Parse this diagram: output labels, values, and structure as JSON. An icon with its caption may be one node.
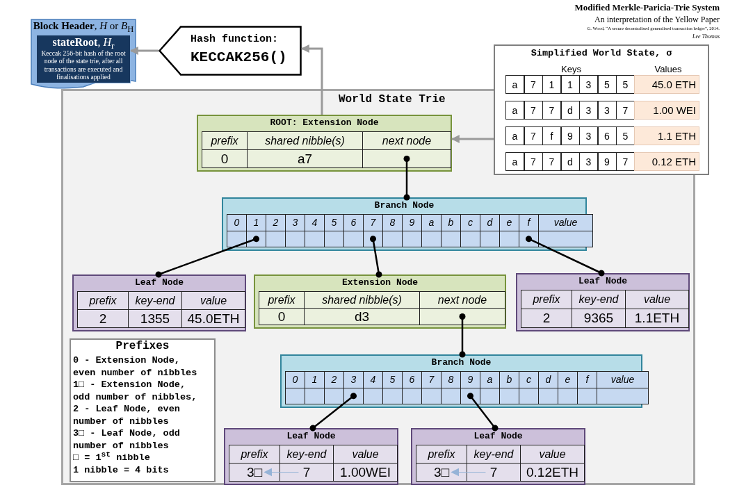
{
  "diagram": {
    "title": "Modified Merkle-Paricia-Trie System",
    "nodes": [
      {
        "text": [
          "**Block Header**, *H* or *B*$_{H}$"
        ]
      },
      {
        "text": [
          "**stateRoot**, *H*$_{r}$",
          "Keccak 256-bit hash of the root node of the state trie, after all transactions are executed and finalisations applied"
        ],
        "in": 0
      },
      {
        "text": [
          "Hash function:",
          "KECCAK256()"
        ]
      },
      {
        "text": [
          "Simplified World State, σ",
          "Keys",
          "Values",
          "a",
          "7",
          "1",
          "1",
          "3",
          "5",
          "5",
          "45.0 ETH",
          "a",
          "7",
          "7",
          "d",
          "3",
          "3",
          "7",
          "1.00 WEI",
          "a",
          "7",
          "f",
          "9",
          "3",
          "6",
          "5",
          "1.1 ETH",
          "a",
          "7",
          "7",
          "d",
          "3",
          "9",
          "7",
          "0.12 ETH"
        ]
      },
      {
        "text": [
          "World State Trie"
        ]
      },
      {
        "text": [
          "ROOT: Extension Node",
          "prefix",
          "shared nibble(s)",
          "next node",
          "0",
          "a7"
        ],
        "in": 4
      },
      {
        "text": [
          "Branch Node",
          "0",
          "1",
          "2",
          "3",
          "4",
          "5",
          "6",
          "7",
          "8",
          "9",
          "a",
          "b",
          "c",
          "d",
          "e",
          "f",
          "value"
        ],
        "in": 4
      },
      {
        "text": [
          "Leaf Node",
          "prefix",
          "key-end",
          "value",
          "2",
          "1355",
          "45.0ETH"
        ],
        "in": 4
      },
      {
        "text": [
          "Extension Node",
          "prefix",
          "shared nibble(s)",
          "next node",
          "0",
          "d3"
        ],
        "in": 4
      },
      {
        "text": [
          "Leaf Node",
          "prefix",
          "key-end",
          "value",
          "2",
          "9365",
          "1.1ETH"
        ],
        "in": 4
      },
      {
        "text": [
          "Prefixes",
          "0 - Extension Node, even number of nibbles",
          "1□ - Extension Node, odd number of nibbles,",
          "2 - Leaf Node, even number of nibbles",
          "3□ - Leaf Node, odd number of nibbles",
          "□ = 1$^{st}$ nibble",
          "1 nibble = 4 bits"
        ],
        "in": 4
      },
      {
        "text": [
          "Branch Node",
          "0",
          "1",
          "2",
          "3",
          "4",
          "5",
          "6",
          "7",
          "8",
          "9",
          "a",
          "b",
          "c",
          "d",
          "e",
          "f",
          "value"
        ],
        "in": 4
      },
      {
        "text": [
          "Leaf Node",
          "prefix",
          "key-end",
          "value",
          "3□",
          "7",
          "1.00WEI"
        ],
        "in": 4
      },
      {
        "text": [
          "Leaf Node",
          "prefix",
          "key-end",
          "value",
          "3□",
          "7",
          "0.12ETH"
        ],
        "in": 4
      }
    ],
    "edges": [
      {
        "from": 3,
        "to": 5,
        "arrow": "to",
        "color": "#9a9a9a"
      },
      {
        "from": 5,
        "to": 2,
        "arrow": "to",
        "color": "#9a9a9a"
      },
      {
        "from": 2,
        "to": 1,
        "arrow": "to",
        "color": "#9a9a9a"
      },
      {
        "from": 5,
        "to": 6,
        "arrow": "other"
      },
      {
        "from": 6,
        "to": 7,
        "arrow": "other"
      },
      {
        "from": 6,
        "to": 8,
        "arrow": "other"
      },
      {
        "from": 6,
        "to": 9,
        "arrow": "other"
      },
      {
        "from": 8,
        "to": 11,
        "arrow": "other"
      },
      {
        "from": 11,
        "to": 12,
        "arrow": "other"
      },
      {
        "from": 11,
        "to": 13,
        "arrow": "other"
      }
    ],
    "labels": [
      "An interpretation of the Yellow Paper",
      "G. Wood, “A secure decentralised generalised transaction ledger”, 2014.",
      "Lee Thomas"
    ]
  }
}
